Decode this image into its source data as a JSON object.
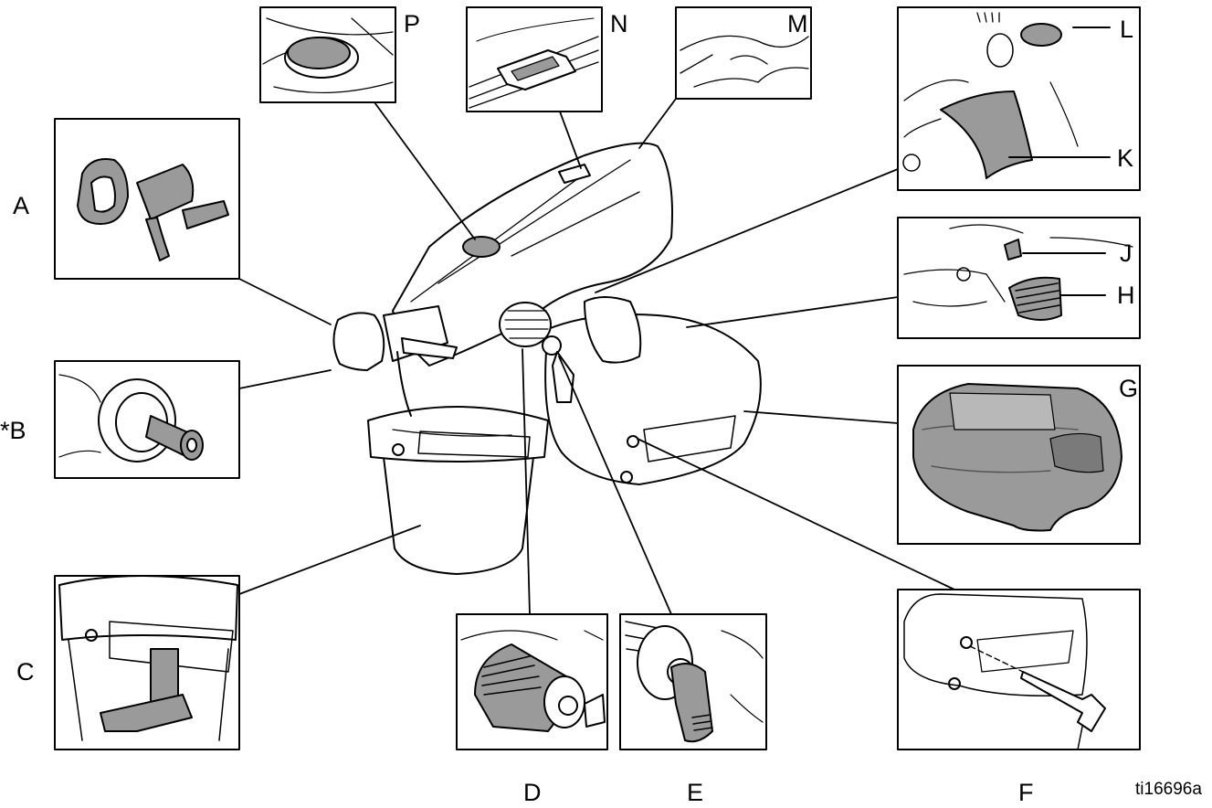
{
  "labels": {
    "A": "A",
    "B": "*B",
    "C": "C",
    "D": "D",
    "E": "E",
    "F": "F",
    "G": "G",
    "H": "H",
    "J": "J",
    "K": "K",
    "L": "L",
    "M": "M",
    "N": "N",
    "P": "P"
  },
  "figure_code": "ti16696a",
  "colors": {
    "line": "#000000",
    "part_fill": "#9a9a9a",
    "background": "#ffffff"
  }
}
